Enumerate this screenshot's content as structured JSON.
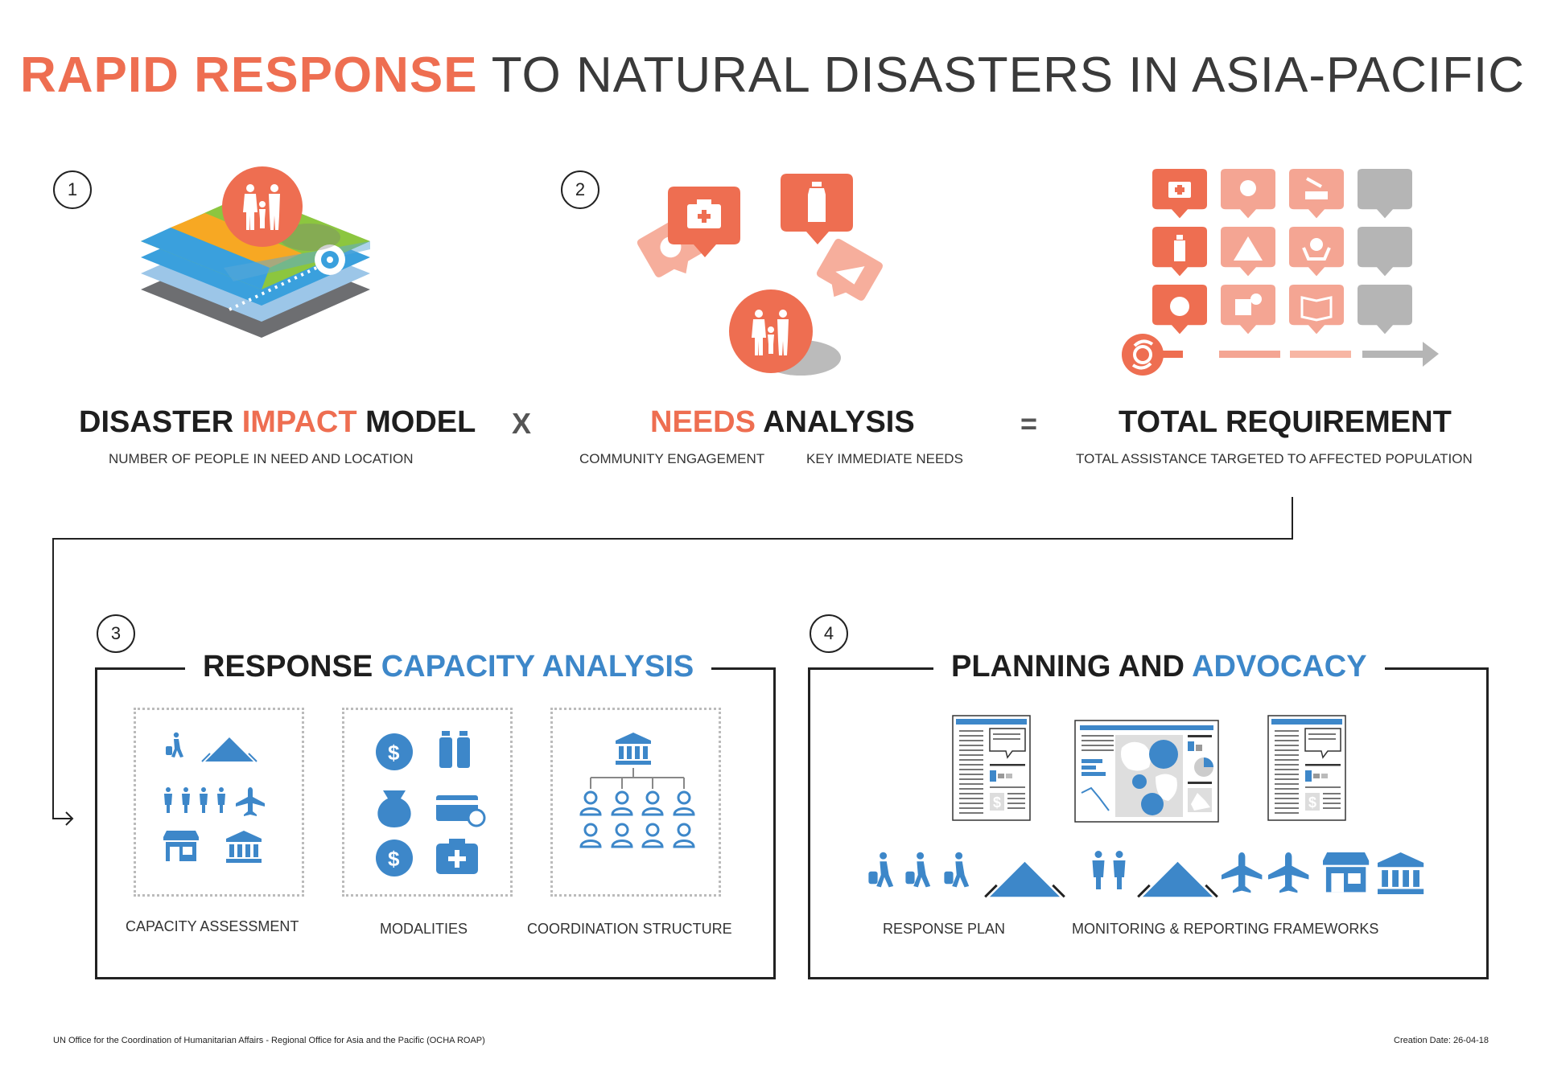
{
  "title": {
    "accent": "RAPID RESPONSE",
    "rest": " TO NATURAL DISASTERS IN ASIA-PACIFIC"
  },
  "steps": {
    "s1": {
      "num": "1",
      "h_a": "DISASTER ",
      "h_b": "IMPACT",
      "h_c": " MODEL",
      "sub": "NUMBER OF PEOPLE IN NEED AND LOCATION"
    },
    "op_x": "X",
    "s2": {
      "num": "2",
      "h_a": "NEEDS",
      "h_b": " ANALYSIS",
      "sub1": "COMMUNITY ENGAGEMENT",
      "sub2": "KEY IMMEDIATE NEEDS"
    },
    "op_eq": "=",
    "s_total": {
      "h": "TOTAL REQUIREMENT",
      "sub": "TOTAL ASSISTANCE TARGETED TO AFFECTED POPULATION"
    },
    "s3": {
      "num": "3",
      "h_a": "RESPONSE ",
      "h_b": "CAPACITY ANALYSIS",
      "labels": [
        "CAPACITY ASSESSMENT",
        "MODALITIES",
        "COORDINATION STRUCTURE"
      ]
    },
    "s4": {
      "num": "4",
      "h_a": "PLANNING AND ",
      "h_b": "ADVOCACY",
      "labels": [
        "RESPONSE PLAN",
        "MONITORING & REPORTING FRAMEWORKS"
      ]
    }
  },
  "icons": {
    "s1": [
      "family-icon",
      "cyclone-icon",
      "map-layers-icon"
    ],
    "s2": [
      "first-aid-kit-icon",
      "water-bottle-icon",
      "food-bag-icon",
      "shelter-kit-icon",
      "family-icon"
    ],
    "total_grid": [
      "first-aid-icon",
      "nutrition-icon",
      "construction-icon",
      "water-icon",
      "shelter-icon",
      "protection-icon",
      "food-icon",
      "sanitation-icon",
      "education-icon"
    ],
    "s3": [
      "walking-person-icon",
      "tent-icon",
      "people-icon",
      "airplane-icon",
      "shop-icon",
      "bank-icon",
      "dollar-coin-icon",
      "bottles-icon",
      "grain-sack-icon",
      "credit-card-icon",
      "medical-kit-icon",
      "institution-icon",
      "person-icon"
    ],
    "s4": [
      "report-document-icon",
      "dashboard-map-icon",
      "walking-person-icon",
      "tent-icon",
      "people-icon",
      "airplane-icon",
      "shop-icon",
      "bank-icon"
    ]
  },
  "colors": {
    "accent_orange": "#ee6e51",
    "light_orange": "#f4a593",
    "pale_orange": "#f7b6a4",
    "accent_blue": "#3d87c9",
    "gray": "#b5b5b5"
  },
  "footer": {
    "left": "UN Office for the Coordination of Humanitarian Affairs - Regional Office for Asia and the Pacific (OCHA ROAP)",
    "right": "Creation Date: 26-04-18"
  }
}
